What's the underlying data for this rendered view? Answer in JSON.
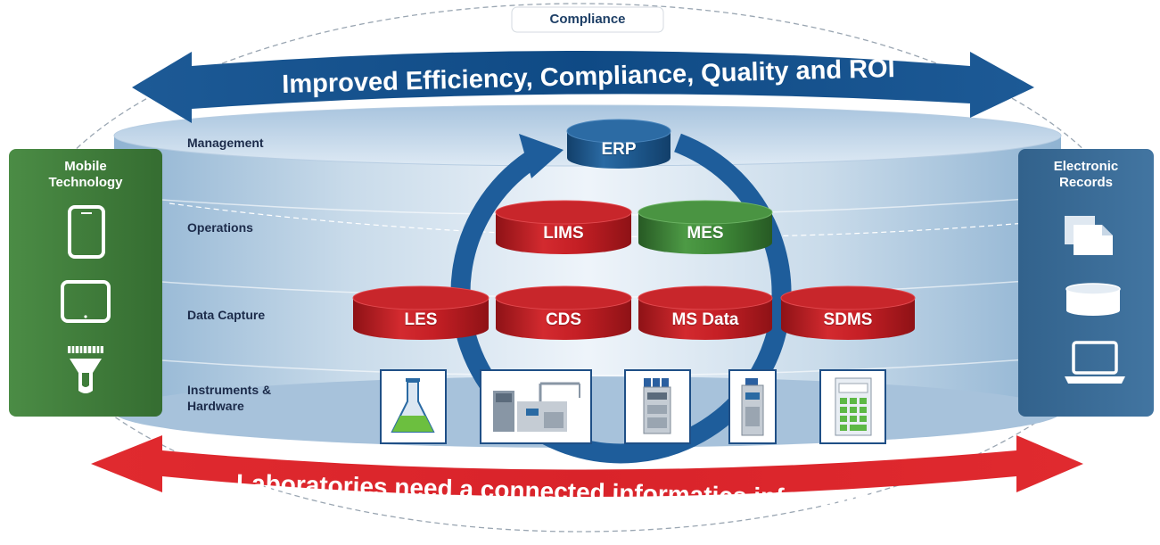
{
  "top_tab": "Compliance",
  "top_banner": "Improved Efficiency, Compliance, Quality and ROI",
  "bottom_banner": "Laboratories need a connected informatics infrastructure.",
  "levels": [
    "Management",
    "Operations",
    "Data Capture",
    "Instruments & Hardware"
  ],
  "left_panel": {
    "title_line1": "Mobile",
    "title_line2": "Technology",
    "icons": [
      "phone-icon",
      "tablet-icon",
      "barcode-scanner-icon"
    ]
  },
  "right_panel": {
    "title_line1": "Electronic",
    "title_line2": "Records",
    "icons": [
      "document-icon",
      "database-icon",
      "laptop-icon"
    ]
  },
  "systems": {
    "erp": "ERP",
    "lims": "LIMS",
    "mes": "MES",
    "les": "LES",
    "cds": "CDS",
    "ms_data": "MS Data",
    "sdms": "SDMS"
  },
  "instruments": [
    "flask-icon",
    "lab-analyzer-icon",
    "chromatography-system-icon",
    "mass-spectrometer-icon",
    "calculator-icon"
  ],
  "colors": {
    "blue": "#1e5d9b",
    "red": "#d0262c",
    "green": "#3a7a35",
    "panel_green": "#3f7d3a",
    "panel_blue": "#3a678f",
    "navy_text": "#1c2b4a"
  }
}
